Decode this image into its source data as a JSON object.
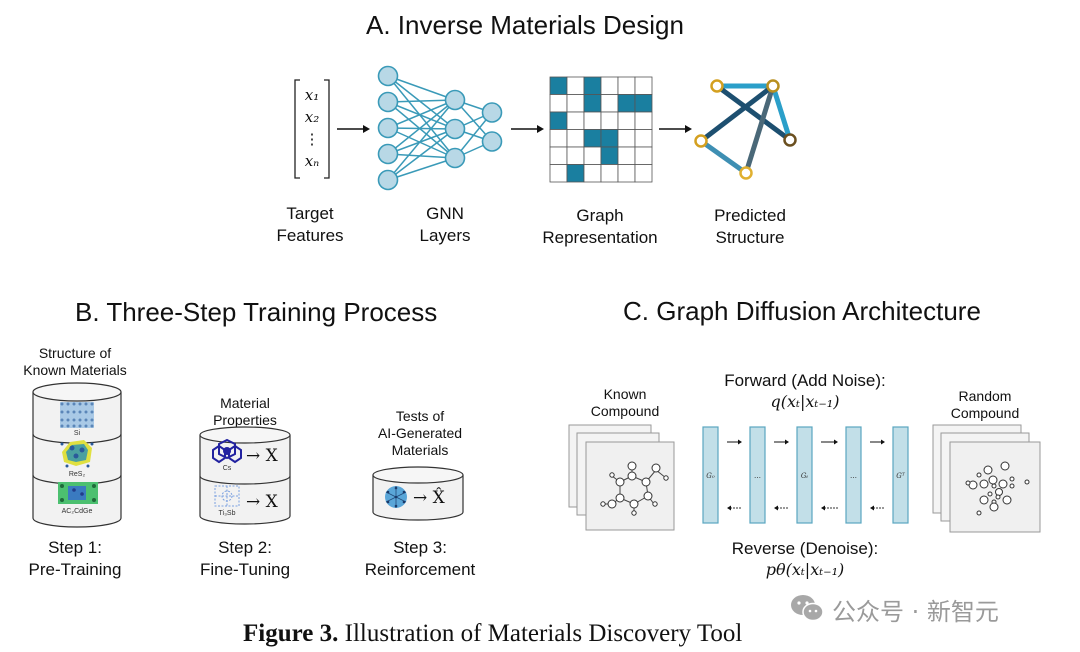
{
  "panels": {
    "a": {
      "title": "A. Inverse Materials Design",
      "vector": [
        "x₁",
        "x₂",
        "⋮",
        "xₙ"
      ],
      "steps": [
        {
          "line1": "Target",
          "line2": "Features"
        },
        {
          "line1": "GNN",
          "line2": "Layers"
        },
        {
          "line1": "Graph",
          "line2": "Representation"
        },
        {
          "line1": "Predicted",
          "line2": "Structure"
        }
      ],
      "gnn_layers": [
        5,
        3,
        2
      ],
      "adjacency_matrix": [
        [
          1,
          0,
          1,
          0,
          0,
          0
        ],
        [
          0,
          0,
          1,
          0,
          1,
          1
        ],
        [
          1,
          0,
          0,
          0,
          0,
          0
        ],
        [
          0,
          0,
          1,
          1,
          0,
          0
        ],
        [
          0,
          0,
          0,
          1,
          0,
          0
        ],
        [
          0,
          1,
          0,
          0,
          0,
          0
        ]
      ],
      "colors": {
        "accent": "#1a7fa0",
        "node_fill": "#b8d8e6",
        "node_stroke": "#3a9ab8",
        "graph_node": "#d4a020"
      }
    },
    "b": {
      "title": "B. Three-Step Training Process",
      "steps": [
        {
          "header": [
            "Structure of",
            "Known Materials"
          ],
          "materials": [
            "Si",
            "ReS₂",
            "AC₂CdGe"
          ],
          "step": "Step 1:",
          "name": "Pre-Training"
        },
        {
          "header": [
            "Material",
            "Properties"
          ],
          "materials": [
            "Cs",
            "Ti₃Sb"
          ],
          "arrow_targets": [
            "→ X",
            "→ X"
          ],
          "step": "Step 2:",
          "name": "Fine-Tuning"
        },
        {
          "header": [
            "Tests of",
            "AI-Generated",
            "Materials"
          ],
          "arrow_targets": [
            "→ X̂"
          ],
          "step": "Step 3:",
          "name": "Reinforcement"
        }
      ]
    },
    "c": {
      "title": "C. Graph Diffusion Architecture",
      "forward_label": "Forward (Add Noise):",
      "forward_formula": "q(xₜ|xₜ₋₁)",
      "reverse_label": "Reverse (Denoise):",
      "reverse_formula": "pθ(xₜ|xₜ₋₁)",
      "known": [
        "Known",
        "Compound"
      ],
      "random": [
        "Random",
        "Compound"
      ],
      "graph_states": [
        "G₀",
        "…",
        "Gₜ",
        "…",
        "Gᵀ"
      ],
      "colors": {
        "bar_fill": "#c2dfe8",
        "bar_stroke": "#5aa6c0"
      }
    }
  },
  "caption": {
    "bold": "Figure 3.",
    "text": " Illustration of Materials Discovery Tool"
  },
  "watermark": "公众号 · 新智元"
}
